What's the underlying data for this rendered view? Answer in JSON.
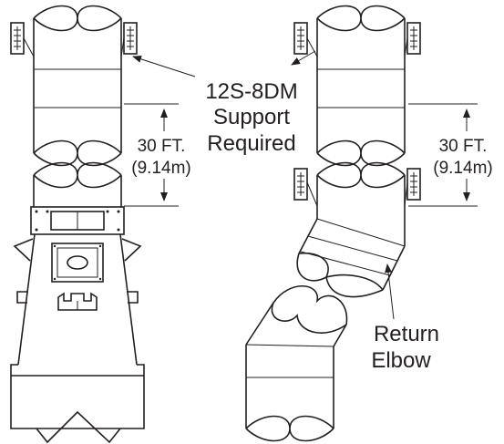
{
  "support_label": [
    "12S-8DM",
    "Support",
    "Required"
  ],
  "left_dimension": [
    "30 FT.",
    "(9.14m)"
  ],
  "right_dimension": [
    "30 FT.",
    "(9.14m)"
  ],
  "elbow_label": [
    "Return",
    "Elbow"
  ],
  "colors": {
    "ink": "#231f20",
    "background": "#ffffff"
  }
}
